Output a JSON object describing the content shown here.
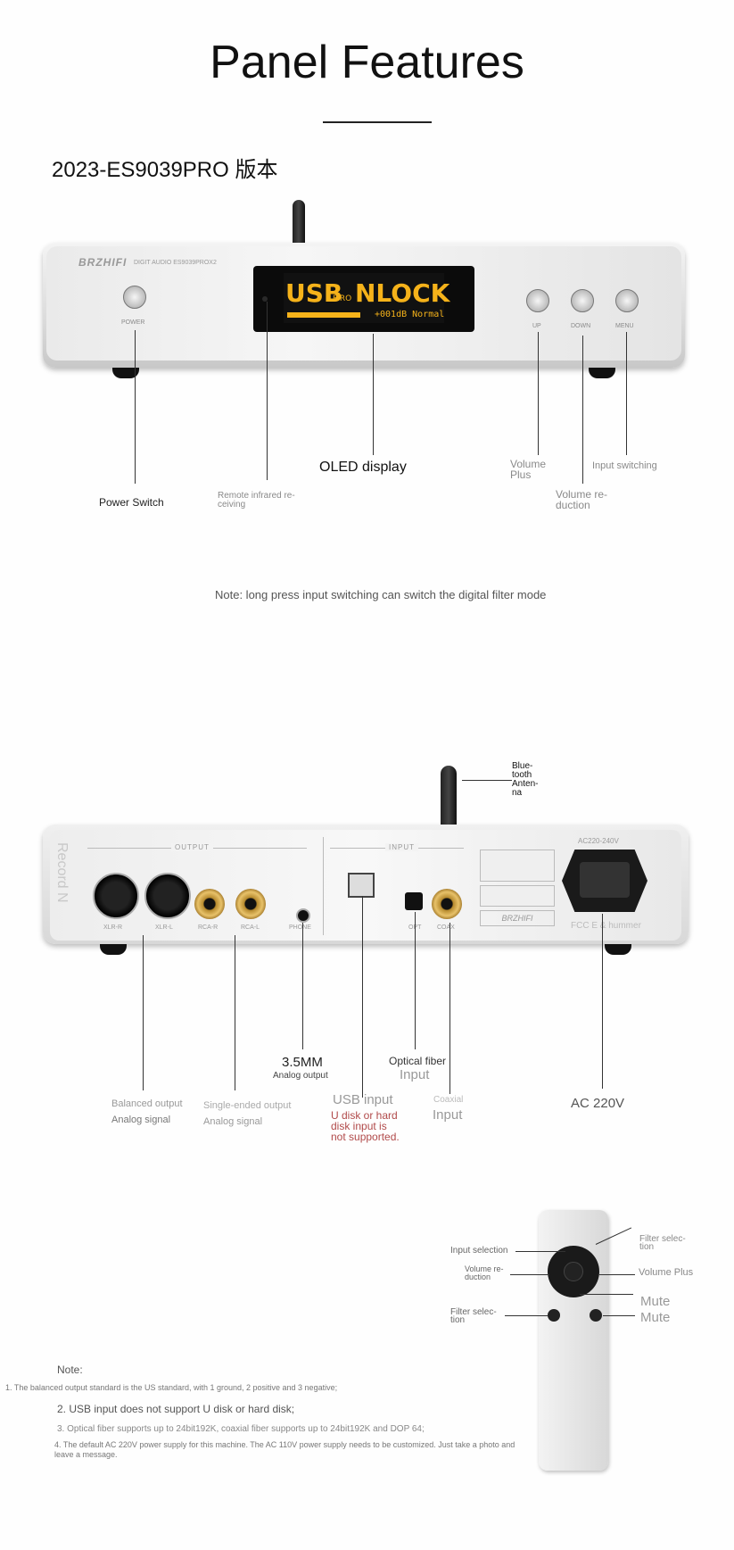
{
  "header": {
    "title": "Panel Features",
    "version": "2023-ES9039PRO 版本"
  },
  "front": {
    "brand": "BRZHIFI",
    "model_text": "DIGIT AUDIO ES9039PROX2",
    "oled_line1_a": "USB",
    "oled_line1_b": "FIRO",
    "oled_line1_c": "NLOCK",
    "oled_line2": "+001dB Normal",
    "panel_power": "POWER",
    "panel_up": "UP",
    "panel_down": "DOWN",
    "panel_menu": "MENU",
    "labels": {
      "power_switch": "Power Switch",
      "infrared": "Remote infrared re-\nceiving",
      "oled": "OLED display",
      "volume_plus": "Volume\nPlus",
      "volume_reduction": "Volume re-\nduction",
      "input_switching": "Input switching"
    },
    "note": "Note: long press input switching can switch the digital filter mode"
  },
  "rear": {
    "bluetooth": "Blue-\ntooth\nAnten-\nna",
    "output_header": "OUTPUT",
    "input_header": "INPUT",
    "ac_header": "AC220-240V",
    "brand": "BRZHIFI",
    "side_text": "Record N",
    "port_labels": [
      "XLR-R",
      "XLR-L",
      "RCA-R",
      "RCA-L",
      "PHONE",
      "OPT",
      "COAX"
    ],
    "bottom_text": "FCC E & hummer",
    "labels": {
      "phone_size": "3.5MM",
      "phone_desc": "Analog output",
      "optical_a": "Optical fiber",
      "optical_b": "Input",
      "balanced_a": "Balanced output",
      "balanced_b": "Analog signal",
      "single_a": "Single-ended output",
      "single_b": "Analog signal",
      "usb_a": "USB input",
      "usb_warn": "U disk or hard\ndisk input is\nnot supported.",
      "coax_a": "Coaxial",
      "coax_b": "Input",
      "ac": "AC 220V"
    }
  },
  "remote": {
    "labels": {
      "input_selection": "Input selection",
      "volume_reduction": "Volume re-\nduction",
      "filter_left": "Filter selec-\ntion",
      "filter_right": "Filter selec-\ntion",
      "volume_plus": "Volume Plus",
      "mute_a": "Mute",
      "mute_b": "Mute"
    }
  },
  "notes": {
    "heading": "Note:",
    "items": [
      "1. The balanced output standard is the US standard, with 1 ground, 2 positive and 3 negative;",
      "2. USB input does not support U disk or hard disk;",
      "3. Optical fiber supports up to 24bit192K, coaxial fiber supports up to 24bit192K and DOP 64;",
      "4. The default AC 220V power supply for this machine. The AC 110V power supply needs to be customized. Just take a photo and leave a message."
    ]
  },
  "colors": {
    "oled_text": "#f5b21a",
    "warning_text": "#b14a4a",
    "rca_gold": "#e8c26a"
  }
}
